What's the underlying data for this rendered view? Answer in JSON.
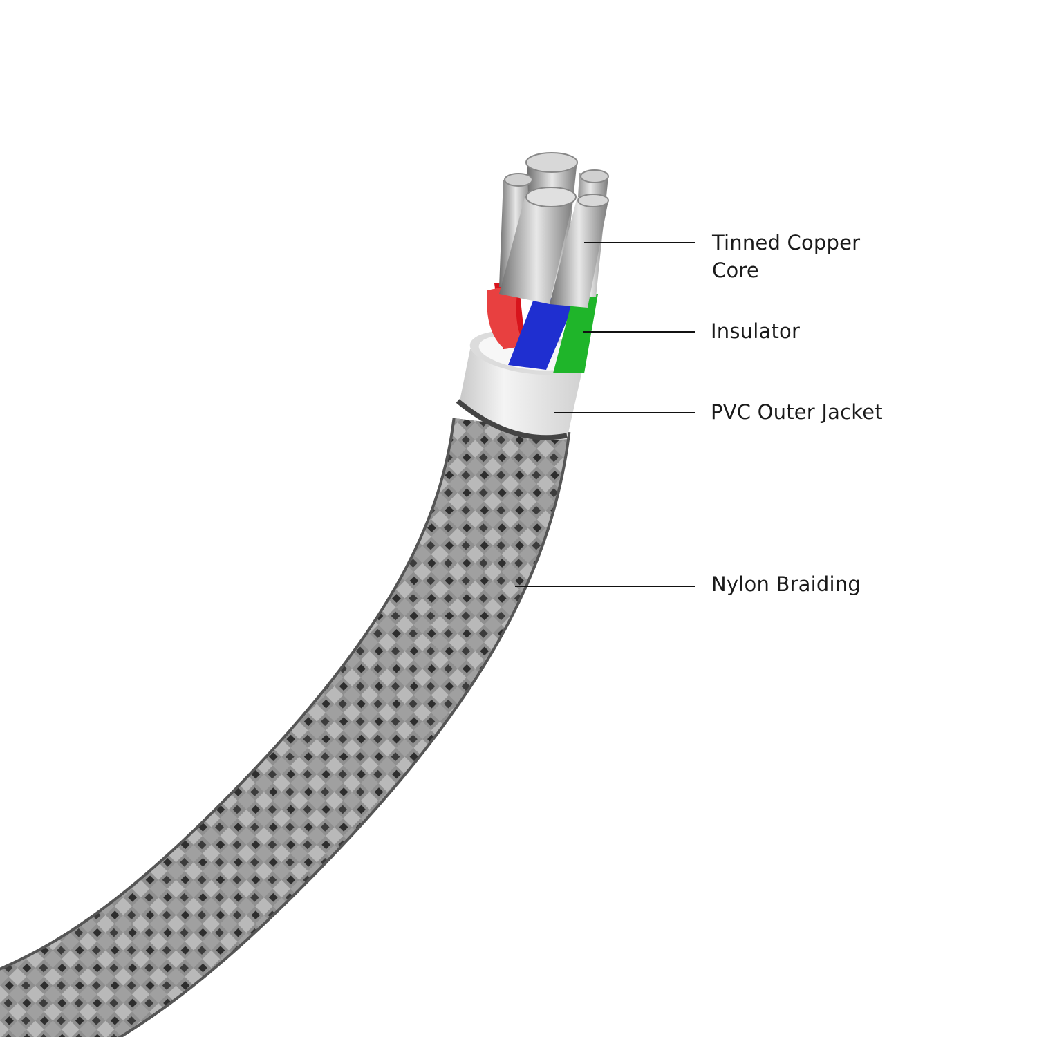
{
  "labels": {
    "core_line1": "Tinned Copper",
    "core_line2": "Core",
    "insulator": "Insulator",
    "jacket": "PVC Outer Jacket",
    "braiding": "Nylon Braiding"
  },
  "colors": {
    "braid_base": "#8a8a8a",
    "braid_dark": "#3a3a3a",
    "jacket": "#e6e6e6",
    "wire_red": "#d8141c",
    "wire_blue": "#1f2fd0",
    "wire_green": "#1fb52a",
    "strand": "#b8b8b8"
  }
}
